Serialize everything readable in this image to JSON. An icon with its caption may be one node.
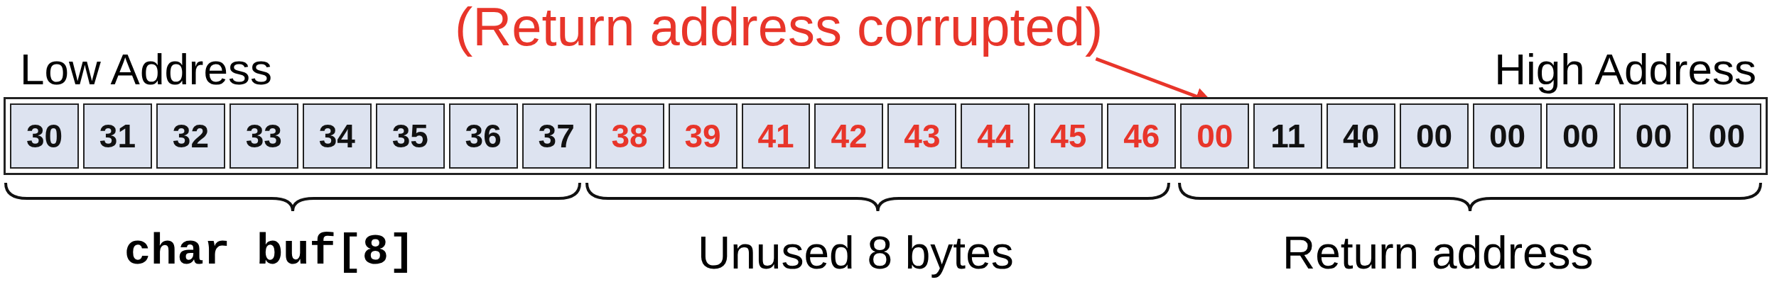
{
  "diagram": {
    "nodes": [
      {
        "text": [],
        "shape": "box"
      },
      {
        "text": [
          "30"
        ],
        "in": 0
      },
      {
        "text": [
          "31"
        ],
        "in": 0
      },
      {
        "text": [
          "32"
        ],
        "in": 0
      },
      {
        "text": [
          "33"
        ],
        "in": 0
      },
      {
        "text": [
          "34"
        ],
        "in": 0
      },
      {
        "text": [
          "35"
        ],
        "in": 0
      },
      {
        "text": [
          "36"
        ],
        "in": 0
      },
      {
        "text": [
          "37"
        ],
        "in": 0
      },
      {
        "text": [
          "38"
        ],
        "in": 0
      },
      {
        "text": [
          "39"
        ],
        "in": 0
      },
      {
        "text": [
          "41"
        ],
        "in": 0
      },
      {
        "text": [
          "42"
        ],
        "in": 0
      },
      {
        "text": [
          "43"
        ],
        "in": 0
      },
      {
        "text": [
          "44"
        ],
        "in": 0
      },
      {
        "text": [
          "45"
        ],
        "in": 0
      },
      {
        "text": [
          "46"
        ],
        "in": 0
      },
      {
        "text": [
          "00"
        ],
        "in": 0
      },
      {
        "text": [
          "11"
        ],
        "in": 0
      },
      {
        "text": [
          "40"
        ],
        "in": 0
      },
      {
        "text": [
          "00"
        ],
        "in": 0
      },
      {
        "text": [
          "00"
        ],
        "in": 0
      },
      {
        "text": [
          "00"
        ],
        "in": 0
      },
      {
        "text": [
          "00"
        ],
        "in": 0
      },
      {
        "text": [
          "00"
        ],
        "in": 0
      },
      {
        "text": [
          "(Return address corrupted)"
        ]
      }
    ],
    "edges": [
      {
        "from": 25,
        "to": 17,
        "arrow": "to"
      }
    ],
    "labels": [
      "Low Address",
      "High Address",
      "char buf[8]",
      "Unused 8 bytes",
      "Return address"
    ]
  }
}
